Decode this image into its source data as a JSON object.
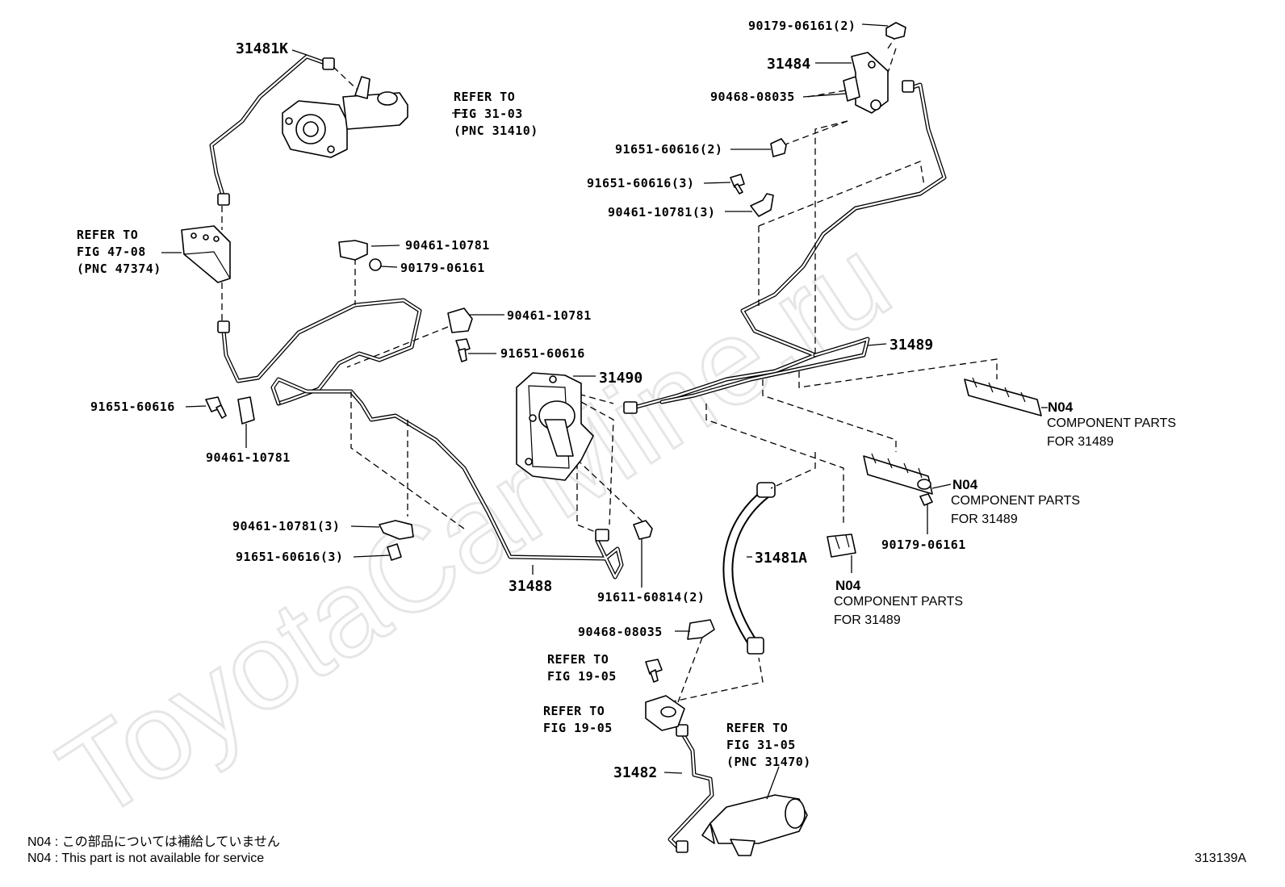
{
  "watermark": "ToyotaCarMine.ru",
  "figure_code": "313139A",
  "notes": [
    "N04 : この部品については補給していません",
    "N04 : This part is not available for service"
  ],
  "callouts": {
    "p31481K": "31481K",
    "p31484": "31484",
    "p31489": "31489",
    "p31490": "31490",
    "p31481A": "31481A",
    "p31488": "31488",
    "p31482": "31482",
    "c90179_06161_2": "90179-06161(2)",
    "c90468_08035_top": "90468-08035",
    "c91651_60616_2": "91651-60616(2)",
    "c91651_60616_3_top": "91651-60616(3)",
    "c90461_10781_3_top": "90461-10781(3)",
    "c90461_10781_a": "90461-10781",
    "c90179_06161_a": "90179-06161",
    "c90461_10781_b": "90461-10781",
    "c91651_60616_a": "91651-60616",
    "c91651_60616_b": "91651-60616",
    "c90461_10781_c": "90461-10781",
    "c90461_10781_3_bot": "90461-10781(3)",
    "c91651_60616_3_bot": "91651-60616(3)",
    "c91611_60814_2": "91611-60814(2)",
    "c90468_08035_bot": "90468-08035",
    "c90179_06161_b": "90179-06161"
  },
  "refers": {
    "fig3103": [
      "REFER TO",
      "FIG 31-03",
      "(PNC 31410)"
    ],
    "fig4708": [
      "REFER TO",
      "FIG 47-08",
      "(PNC 47374)"
    ],
    "fig1905a": [
      "REFER TO",
      "FIG 19-05"
    ],
    "fig1905b": [
      "REFER TO",
      "FIG 19-05"
    ],
    "fig3105": [
      "REFER TO",
      "FIG 31-05",
      "(PNC 31470)"
    ]
  },
  "n04_blocks": [
    {
      "code": "N04",
      "line1": "COMPONENT PARTS",
      "line2": "FOR 31489"
    },
    {
      "code": "N04",
      "line1": "COMPONENT PARTS",
      "line2": "FOR 31489"
    },
    {
      "code": "N04",
      "line1": "COMPONENT PARTS",
      "line2": "FOR 31489"
    }
  ]
}
